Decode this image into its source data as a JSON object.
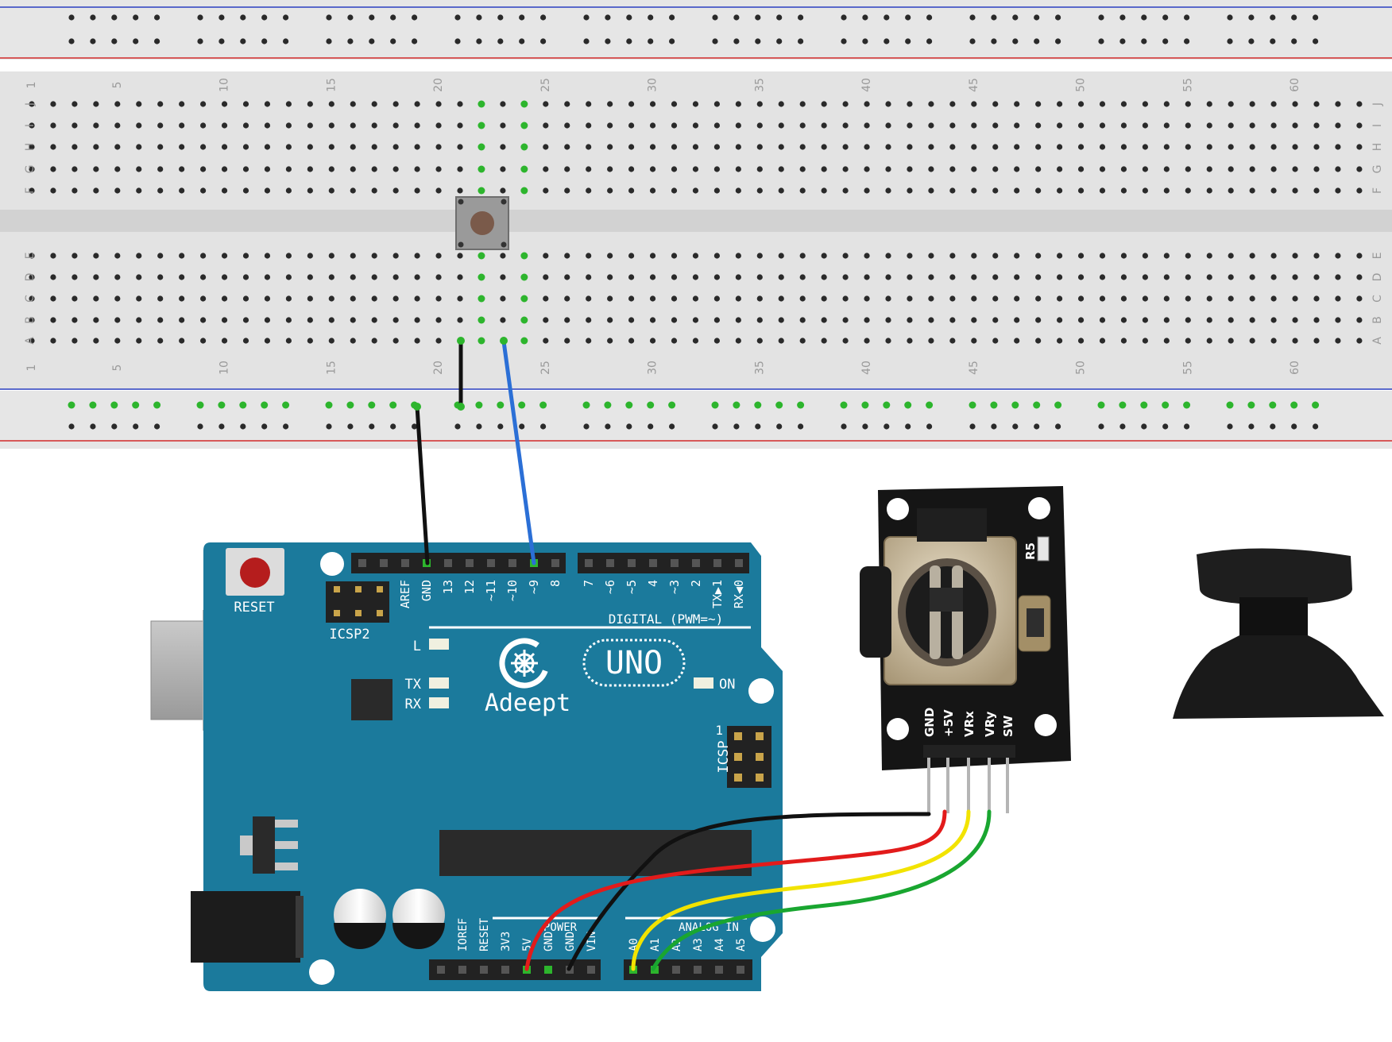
{
  "breadboard": {
    "column_numbers": [
      "1",
      "5",
      "10",
      "15",
      "20",
      "25",
      "30",
      "35",
      "40",
      "45",
      "50",
      "55",
      "60"
    ],
    "top_row_letters": [
      "J",
      "I",
      "H",
      "G",
      "F"
    ],
    "bottom_row_letters": [
      "E",
      "D",
      "C",
      "B",
      "A"
    ],
    "active_hole_color": "#2db52d",
    "rail_red": "#d22a2a",
    "rail_blue": "#2a3fc0"
  },
  "board": {
    "brand": "Adeept",
    "model": "UNO",
    "reset_label": "RESET",
    "icsp2_label": "ICSP2",
    "icsp_label": "ICSP",
    "icsp_pin1": "1",
    "digital_label": "DIGITAL (PWM=~)",
    "power_label": "POWER",
    "analog_label": "ANALOG IN",
    "led_l": "L",
    "led_tx": "TX",
    "led_rx": "RX",
    "led_on": "ON",
    "digital_pins": [
      "AREF",
      "GND",
      "13",
      "12",
      "~11",
      "~10",
      "~9",
      "8",
      "7",
      "~6",
      "~5",
      "4",
      "~3",
      "2",
      "TX▶1",
      "RX◀0"
    ],
    "power_pins": [
      "IOREF",
      "RESET",
      "3V3",
      "5V",
      "GND",
      "GND",
      "VIN"
    ],
    "analog_pins": [
      "A0",
      "A1",
      "A2",
      "A3",
      "A4",
      "A5"
    ],
    "color": "#1b7a9c"
  },
  "joystick": {
    "pins": [
      "GND",
      "+5V",
      "VRx",
      "VRy",
      "SW"
    ],
    "resistor_label": "R5"
  },
  "wires": {
    "black": "#111111",
    "blue": "#2b6fd6",
    "red": "#e21b1b",
    "yellow": "#f2e300",
    "green": "#19a630"
  }
}
